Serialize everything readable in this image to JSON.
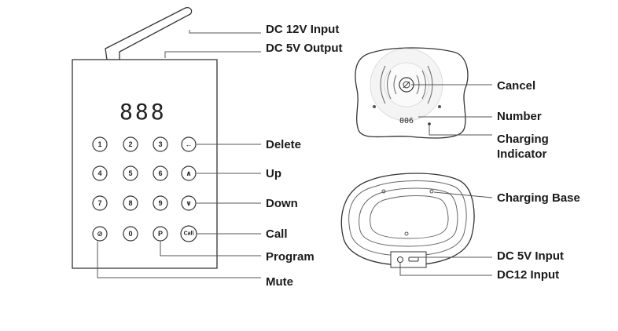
{
  "pager": {
    "display": "888",
    "keys": [
      "1",
      "2",
      "3",
      "←",
      "4",
      "5",
      "6",
      "∧",
      "7",
      "8",
      "9",
      "∨",
      "⊘",
      "0",
      "P",
      "Call"
    ]
  },
  "receiver": {
    "number": "006"
  },
  "labels": {
    "dc12_input": "DC 12V Input",
    "dc5_output": "DC 5V Output",
    "delete": "Delete",
    "up": "Up",
    "down": "Down",
    "call": "Call",
    "program": "Program",
    "mute": "Mute",
    "cancel": "Cancel",
    "number": "Number",
    "charging_indicator_1": "Charging",
    "charging_indicator_2": "Indicator",
    "charging_base": "Charging Base",
    "dc5v_input": "DC 5V Input",
    "dc12_input_base": "DC12 Input"
  }
}
